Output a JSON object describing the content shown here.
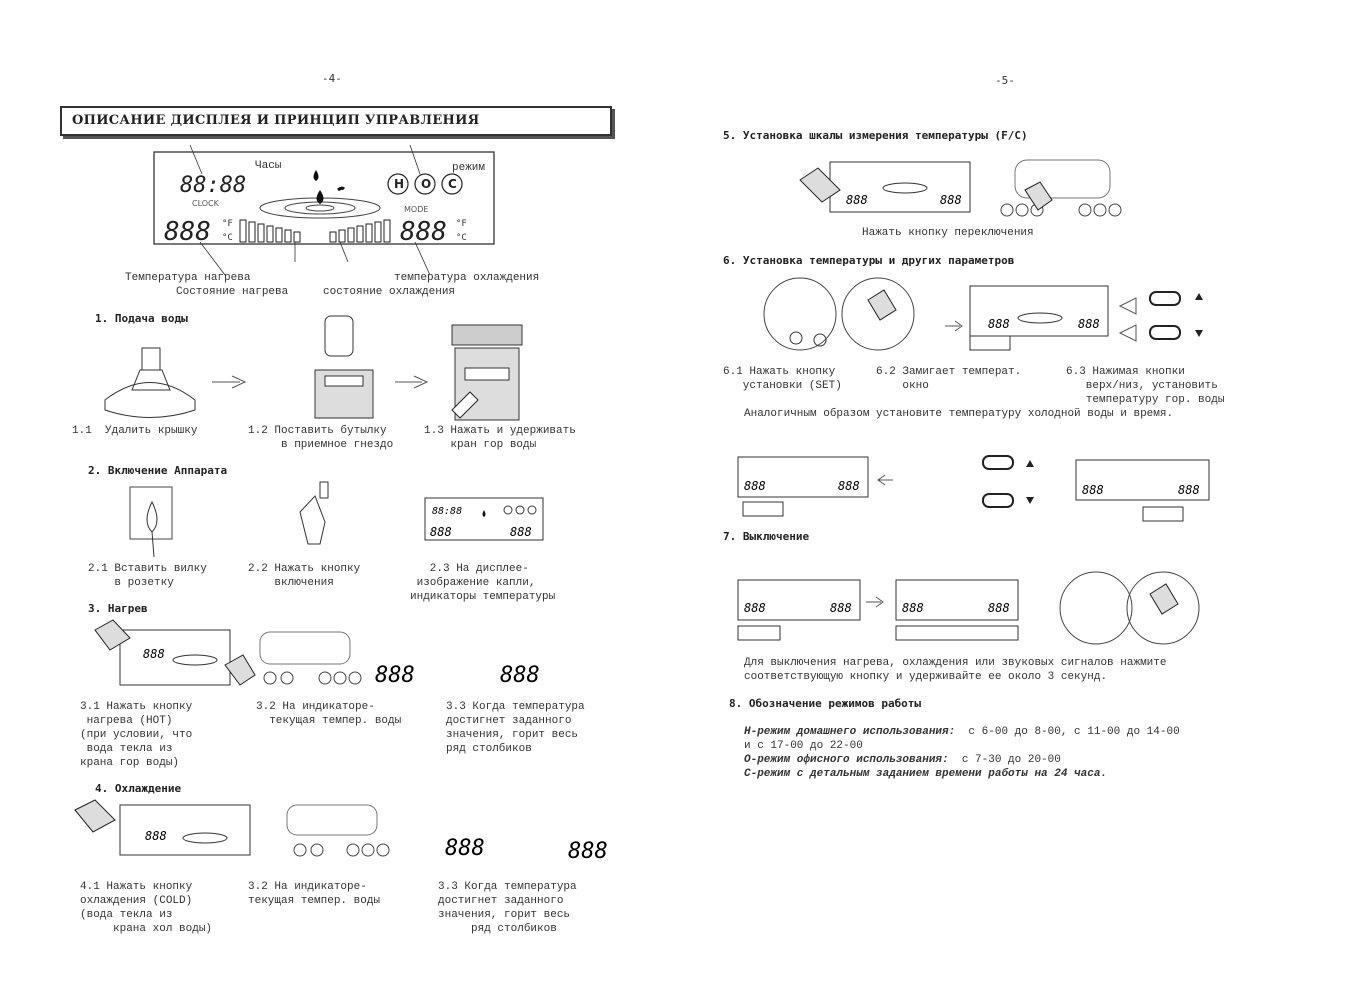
{
  "page_left": {
    "page_number": "-4-",
    "title": "ОПИСАНИЕ ДИСПЛЕЯ И ПРИНЦИП УПРАВЛЕНИЯ",
    "display": {
      "clock_label": "Часы",
      "mode_label": "режим",
      "clock_digits": "88:88",
      "clock_sub": "CLOCK",
      "mode_sub": "MODE",
      "mode_buttons": [
        "H",
        "O",
        "C"
      ],
      "temp_digits": "888",
      "callout_heat_temp": "Температура нагрева",
      "callout_heat_state": "Состояние нагрева",
      "callout_cool_temp": "температура охлаждения",
      "callout_cool_state": "состояние охлаждения"
    },
    "sections": {
      "s1": {
        "heading": "1. Подача воды",
        "captions": [
          "1.1  Удалить крышку",
          "1.2 Поставить бутылку\n     в приемное гнездо",
          "1.3 Нажать и удерживать\n    кран гор воды"
        ]
      },
      "s2": {
        "heading": "2. Включение Аппарата",
        "captions": [
          "2.1 Вставить вилку\n    в розетку",
          "2.2 Нажать кнопку\n    включения",
          "   2.3 На дисплее-\n изображение капли,\nиндикаторы температуры"
        ]
      },
      "s3": {
        "heading": "3. Нагрев",
        "captions": [
          "3.1 Нажать кнопку\n нагрева (HOT)\n(при условии, что\n вода текла из\nкрана гор воды)",
          "3.2 На индикаторе-\n  текущая темпер. воды",
          "3.3 Когда температура\nдостигнет заданного\nзначения, горит весь\nряд столбиков"
        ]
      },
      "s4": {
        "heading": "4. Охлаждение",
        "captions": [
          "4.1 Нажать кнопку\nохлаждения (COLD)\n(вода текла из\n     крана хол воды)",
          "3.2 На индикаторе-\nтекущая темпер. воды",
          "3.3 Когда температура\nдостигнет заданного\nзначения, горит весь\n     ряд столбиков"
        ]
      }
    }
  },
  "page_right": {
    "page_number": "-5-",
    "sections": {
      "s5": {
        "heading": "5. Установка шкалы измерения температуры (F/C)",
        "caption": "Нажать кнопку переключения"
      },
      "s6": {
        "heading": "6. Установка температуры и других параметров",
        "captions": [
          "6.1 Нажать кнопку\n   установки (SET)",
          "6.2 Замигает температ.\n    окно",
          "6.3 Нажимая кнопки\n   верх/низ, установить\n   температуру гор. воды"
        ],
        "note": "Аналогичным образом установите температуру холодной воды и время."
      },
      "s7": {
        "heading": "7. Выключение",
        "note": "Для выключения нагрева, охлаждения или звуковых сигналов нажмите\nсоответствующую кнопку и удерживайте ее около 3 секунд."
      },
      "s8": {
        "heading": "8. Обозначение режимов работы",
        "h_label": "Н-режим домашнего использования:",
        "h_text": "  с 6-00 до 8-00, с 11-00 до 14-00",
        "h_text2": "и с 17-00 до 22-00",
        "o_label": "О-режим офисного использования:",
        "o_text": "  с 7-30 до 20-00",
        "c_label": "С-режим с детальным заданием времени работы на 24 часа."
      }
    }
  }
}
